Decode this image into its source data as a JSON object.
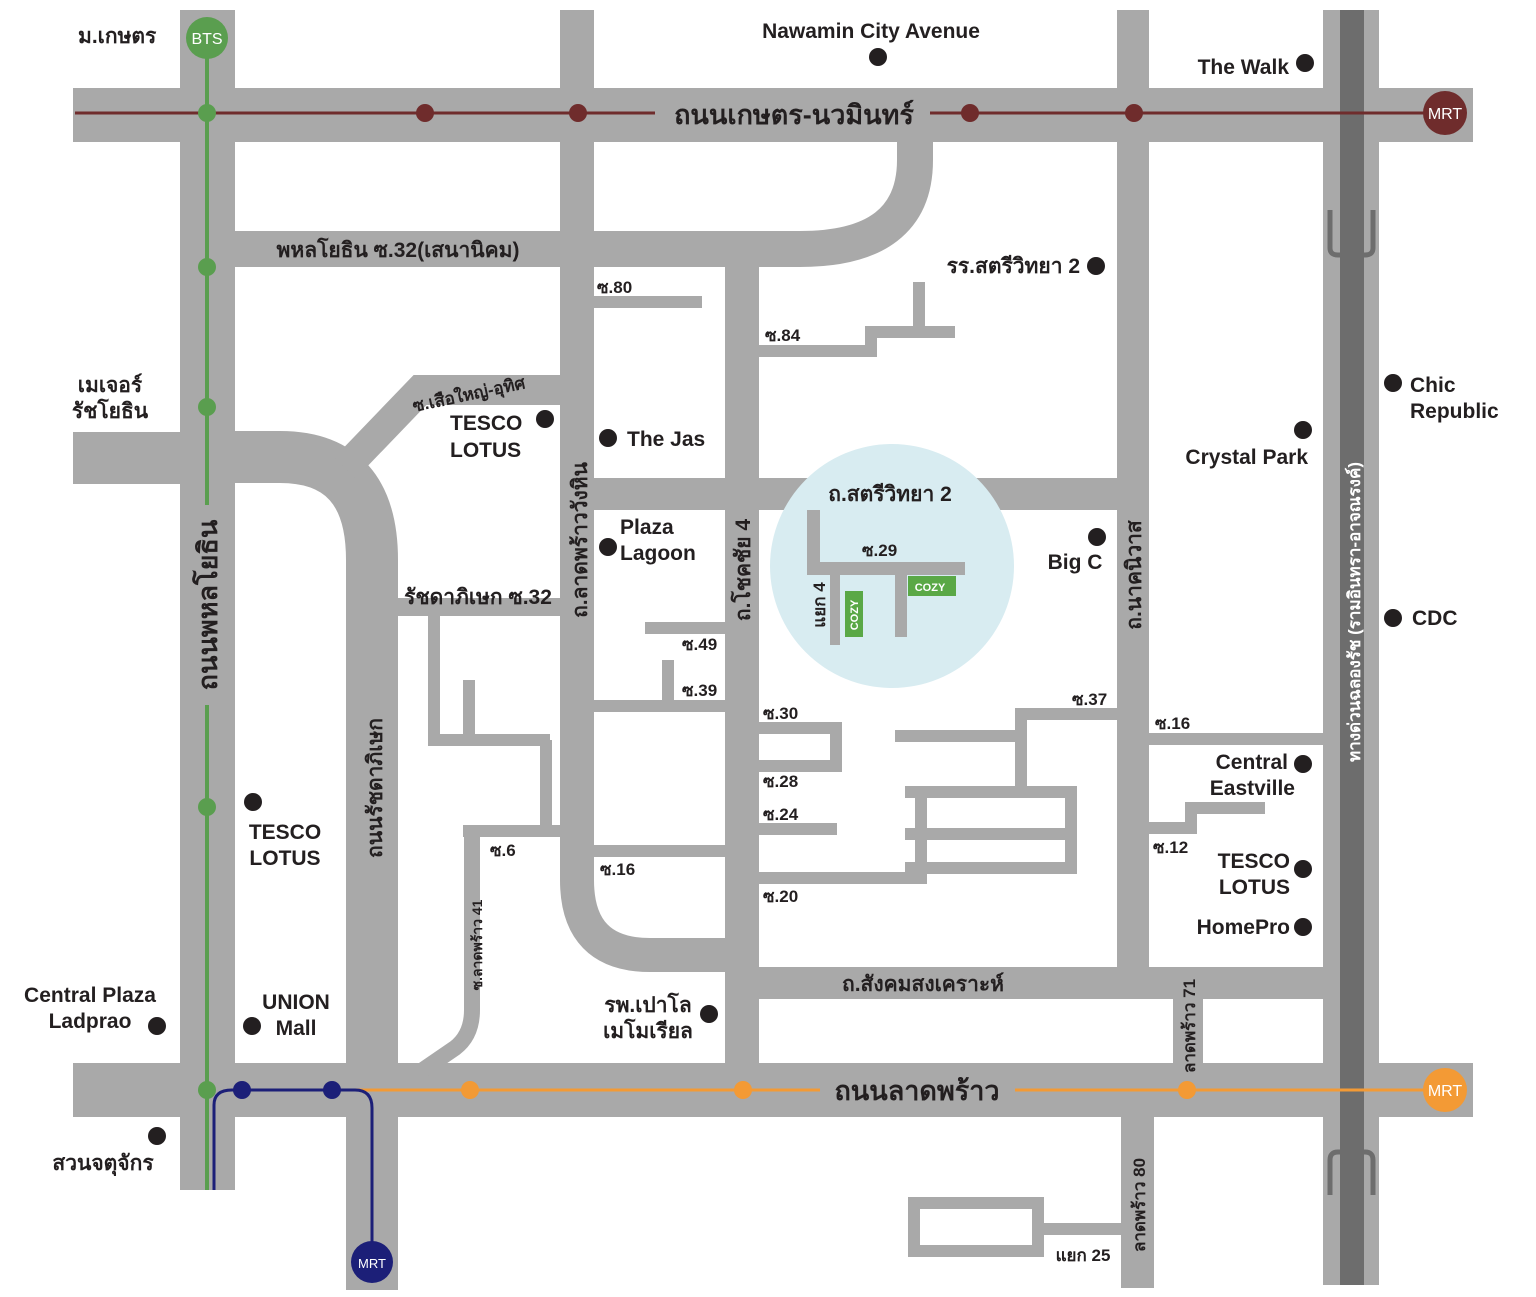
{
  "colors": {
    "road": "#a9a9a9",
    "expressway": "#6d6d6d",
    "bts_green": "#5a9e4f",
    "mrt_brown": "#6f2c2c",
    "mrt_orange": "#f39a35",
    "mrt_blue": "#1c1f78",
    "project_circle": "#d8ecf1",
    "cozy_green": "#5aa846",
    "text": "#231f20"
  },
  "main_roads": {
    "kaset_nawamin": "ถนนเกษตร-นวมินทร์",
    "phahonyothin": "ถนนพหลโยธิน",
    "ladprao": "ถนนลาดพร้าว",
    "ratchadaphisek": "ถนนรัชดาภิเษก",
    "expressway": "ทางด่วนฉลองรัช (รามอินทรา-อาจณรงค์)"
  },
  "roads": {
    "phahon32": "พหลโยธิน ซ.32(เสนานิคม)",
    "suea_yai": "ซ.เสือใหญ่-อุทิศ",
    "ratchada32": "รัชดาภิเษก ซ.32",
    "ladprao_wanghin": "ถ.ลาดพร้าววังหิน",
    "chokchai4": "ถ.โชคชัย 4",
    "satri_witthaya2": "ถ.สตรีวิทยา 2",
    "nakniwat": "ถ.นาคนิวาส",
    "sangkhom": "ถ.สังคมสงเคราะห์",
    "ladprao41": "ซ.ลาดพร้าว 41",
    "ladprao71": "ลาดพร้าว 71",
    "ladprao80": "ลาดพร้าว 80",
    "yaek4": "แยก 4",
    "yaek25": "แยก 25"
  },
  "sois": {
    "s80": "ซ.80",
    "s84": "ซ.84",
    "s49": "ซ.49",
    "s39": "ซ.39",
    "s30": "ซ.30",
    "s28": "ซ.28",
    "s24": "ซ.24",
    "s20": "ซ.20",
    "s16a": "ซ.16",
    "s16b": "ซ.16",
    "s6": "ซ.6",
    "s29": "ซ.29",
    "s37": "ซ.37",
    "s12": "ซ.12"
  },
  "stations": {
    "bts": "BTS",
    "mrt_brown": "MRT",
    "mrt_orange": "MRT",
    "mrt_blue": "MRT"
  },
  "project": {
    "cozy1": "COZY",
    "cozy2": "COZY"
  },
  "landmarks": {
    "kaset_univ": "ม.เกษตร",
    "nawamin_city": "Nawamin City Avenue",
    "the_walk": "The Walk",
    "satri_school": "รร.สตรีวิทยา 2",
    "major1": "เมเจอร์",
    "major2": "รัชโยธิน",
    "tesco1_a": "TESCO",
    "tesco1_b": "LOTUS",
    "the_jas": "The Jas",
    "plaza_a": "Plaza",
    "plaza_b": "Lagoon",
    "chic_a": "Chic",
    "chic_b": "Republic",
    "crystal": "Crystal Park",
    "bigc": "Big C",
    "cdc": "CDC",
    "central_east_a": "Central",
    "central_east_b": "Eastville",
    "tesco2_a": "TESCO",
    "tesco2_b": "LOTUS",
    "tesco3_a": "TESCO",
    "tesco3_b": "LOTUS",
    "homepro": "HomePro",
    "central_plaza_a": "Central Plaza",
    "central_plaza_b": "Ladprao",
    "union_a": "UNION",
    "union_b": "Mall",
    "paolo_a": "รพ.เปาโล",
    "paolo_b": "เมโมเรียล",
    "chatuchak": "สวนจตุจักร"
  }
}
